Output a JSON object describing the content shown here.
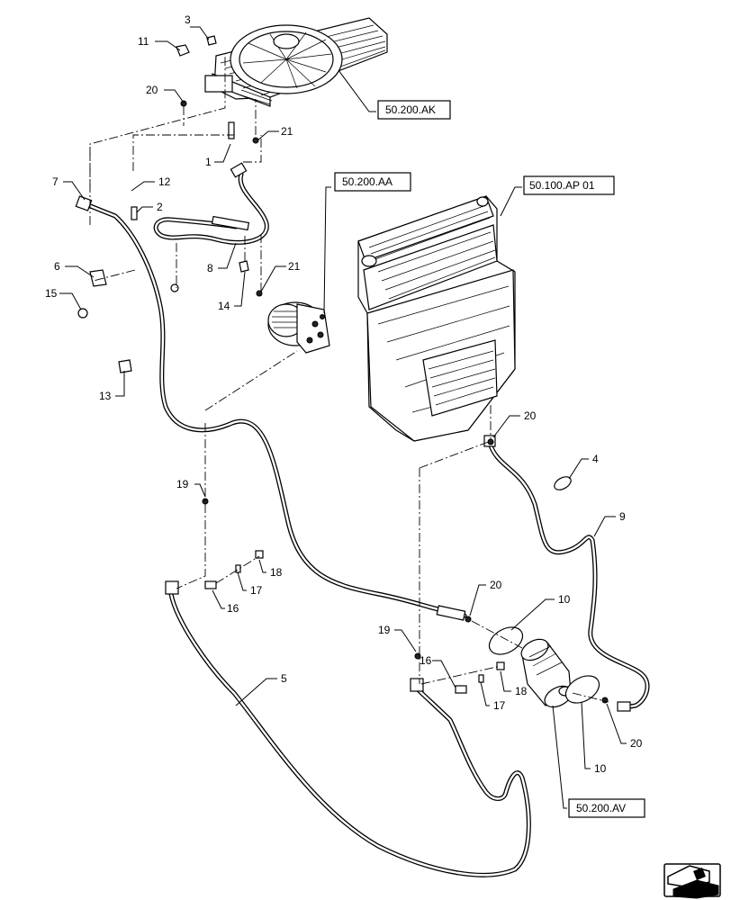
{
  "callouts": {
    "c3": "3",
    "c11": "11",
    "c20a": "20",
    "c21a": "21",
    "c1": "1",
    "c7": "7",
    "c12": "12",
    "c2": "2",
    "c6": "6",
    "c15": "15",
    "c8": "8",
    "c14": "14",
    "c21b": "21",
    "c13": "13",
    "c19a": "19",
    "c20b": "20",
    "c4": "4",
    "c9": "9",
    "c18a": "18",
    "c17a": "17",
    "c16a": "16",
    "c5": "5",
    "c20c": "20",
    "c10a": "10",
    "c19b": "19",
    "c16b": "16",
    "c18b": "18",
    "c17b": "17",
    "c20d": "20",
    "c10b": "10"
  },
  "references": {
    "condenser": "50.200.AK",
    "compressor": "50.200.AA",
    "hvac_unit": "50.100.AP 01",
    "receiver_drier": "50.200.AV"
  },
  "icons": {
    "orientation": "machine-orientation-arrow-icon"
  }
}
